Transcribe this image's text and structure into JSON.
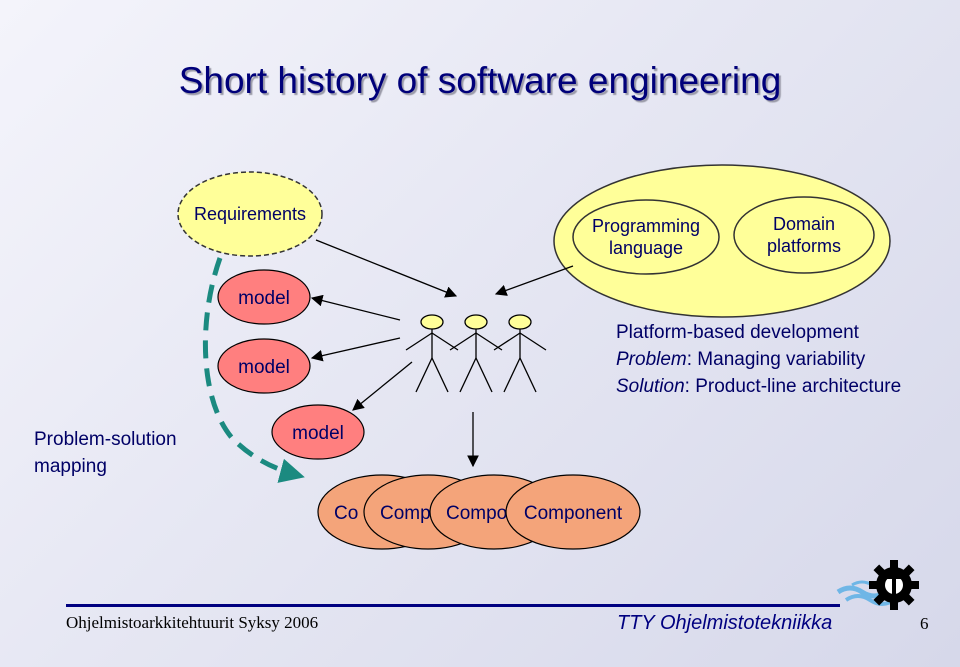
{
  "slide": {
    "title": "Short history of software engineering"
  },
  "diagram": {
    "requirements": "Requirements",
    "models": [
      "model",
      "model",
      "model"
    ],
    "programming_language": [
      "Programming",
      "language"
    ],
    "domain_platforms": [
      "Domain",
      "platforms"
    ],
    "components": [
      "Co",
      "Comp",
      "Compo",
      "Component"
    ],
    "mapping_label": [
      "Problem-solution",
      "mapping"
    ],
    "platform": {
      "heading": "Platform-based development",
      "problem_label": "Problem",
      "problem_text": ": Managing variability",
      "solution_label": "Solution",
      "solution_text": ": Product-line architecture"
    }
  },
  "footer": {
    "course": "Ohjelmistoarkkitehtuurit Syksy 2006",
    "dept": "TTY Ohjelmistotekniikka",
    "page": "6"
  },
  "colors": {
    "title": "#00007a",
    "yellow": "#ffff99",
    "model_red": "#ff7f7f",
    "component_orange": "#f4a47a",
    "navy": "#000066",
    "teal": "#1b8a80"
  }
}
